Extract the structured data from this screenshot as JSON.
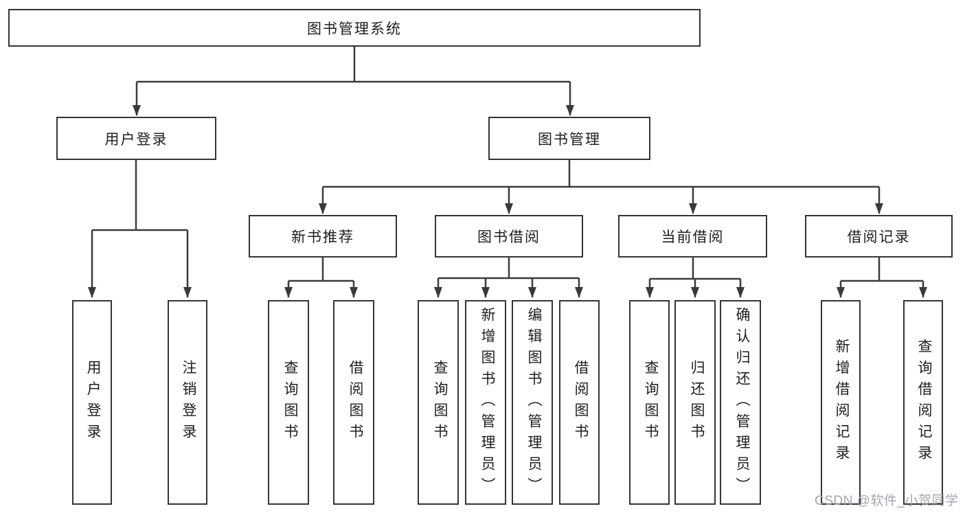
{
  "diagram": {
    "root": {
      "label": "图书管理系统"
    },
    "level2": {
      "user_login": {
        "label": "用户登录"
      },
      "book_mgmt": {
        "label": "图书管理"
      }
    },
    "level3": {
      "new_book_rec": {
        "label": "新书推荐"
      },
      "book_borrow": {
        "label": "图书借阅"
      },
      "current_borrow": {
        "label": "当前借阅"
      },
      "borrow_record": {
        "label": "借阅记录"
      }
    },
    "leaves": {
      "user_login": {
        "label": "用户登录"
      },
      "logout": {
        "label": "注销登录"
      },
      "nbr_query_book": {
        "label": "查询图书"
      },
      "nbr_borrow_book": {
        "label": "借阅图书"
      },
      "bb_query_book": {
        "label": "查询图书"
      },
      "bb_add_book": {
        "label": "新增图书（管理员）"
      },
      "bb_edit_book": {
        "label": "编辑图书（管理员）"
      },
      "bb_borrow_book": {
        "label": "借阅图书"
      },
      "cb_query_book": {
        "label": "查询图书"
      },
      "cb_return_book": {
        "label": "归还图书"
      },
      "cb_confirm_return": {
        "label": "确认归还（管理员）"
      },
      "br_add_record": {
        "label": "新增借阅记录"
      },
      "br_query_record": {
        "label": "查询借阅记录"
      }
    }
  },
  "watermark": {
    "text": "CSDN @软件_小贺同学"
  },
  "colors": {
    "background": "#ffffff",
    "box_border": "#343434",
    "connector_line": "#3a3a3a",
    "text": "#1e1e20",
    "watermark_text": "#a2a6ac"
  }
}
